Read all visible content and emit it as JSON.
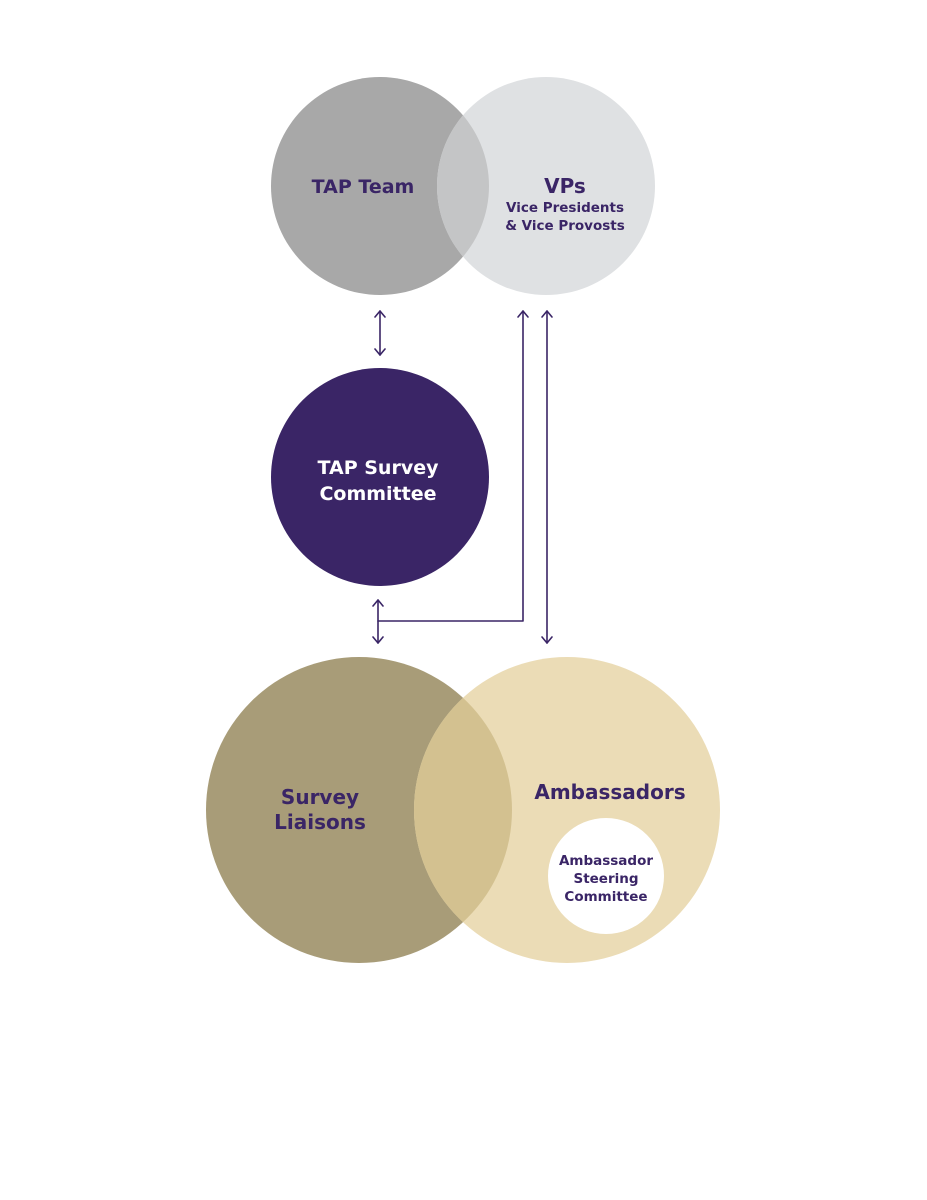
{
  "colors": {
    "purple": "#3a2566",
    "tap_team_fill": "#a8a8a8",
    "vps_fill": "#dfe1e3",
    "tap_vps_overlap": "#c4c5c6",
    "survey_liaisons_fill": "#a89c78",
    "ambassadors_fill": "#ebdcb6",
    "liaisons_amb_overlap": "#d3c190",
    "steering_fill": "#ffffff",
    "tap_team_text": "#3a2566",
    "committee_text": "#ffffff"
  },
  "nodes": {
    "tap_team": {
      "label": "TAP Team"
    },
    "vps": {
      "label": "VPs",
      "sub1": "Vice Presidents",
      "sub2": "& Vice Provosts"
    },
    "tap_survey_committee": {
      "line1": "TAP Survey",
      "line2": "Committee"
    },
    "survey_liaisons": {
      "line1": "Survey",
      "line2": "Liaisons"
    },
    "ambassadors": {
      "label": "Ambassadors"
    },
    "ambassador_steering": {
      "line1": "Ambassador",
      "line2": "Steering",
      "line3": "Committee"
    }
  },
  "connections": [
    {
      "from": "tap_team",
      "to": "tap_survey_committee",
      "type": "bidirectional"
    },
    {
      "from": "vps",
      "to": "tap_survey_committee",
      "type": "bidirectional"
    },
    {
      "from": "tap_survey_committee",
      "to": "survey_liaisons",
      "type": "bidirectional"
    },
    {
      "from": "vps",
      "to": "ambassadors",
      "type": "bidirectional"
    }
  ]
}
